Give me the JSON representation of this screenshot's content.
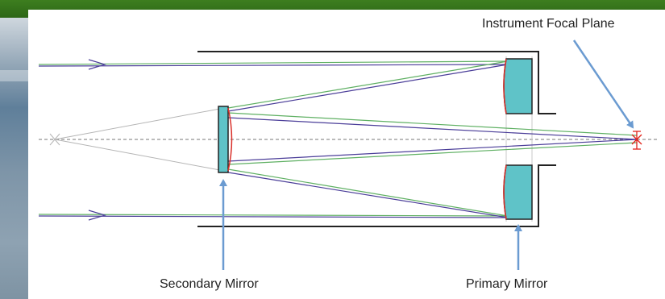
{
  "labels": {
    "focal_plane": "Instrument Focal Plane",
    "secondary": "Secondary Mirror",
    "primary": "Primary Mirror"
  },
  "colors": {
    "mirror_fill": "#5fc3c8",
    "mirror_edge": "#d9302a",
    "ray_blue": "#4b3e99",
    "ray_green": "#5fb063",
    "ray_grey": "#b5b5b5",
    "axis": "#777777",
    "callout_arrow": "#6b9bd1",
    "focus_mark": "#e2231a"
  }
}
